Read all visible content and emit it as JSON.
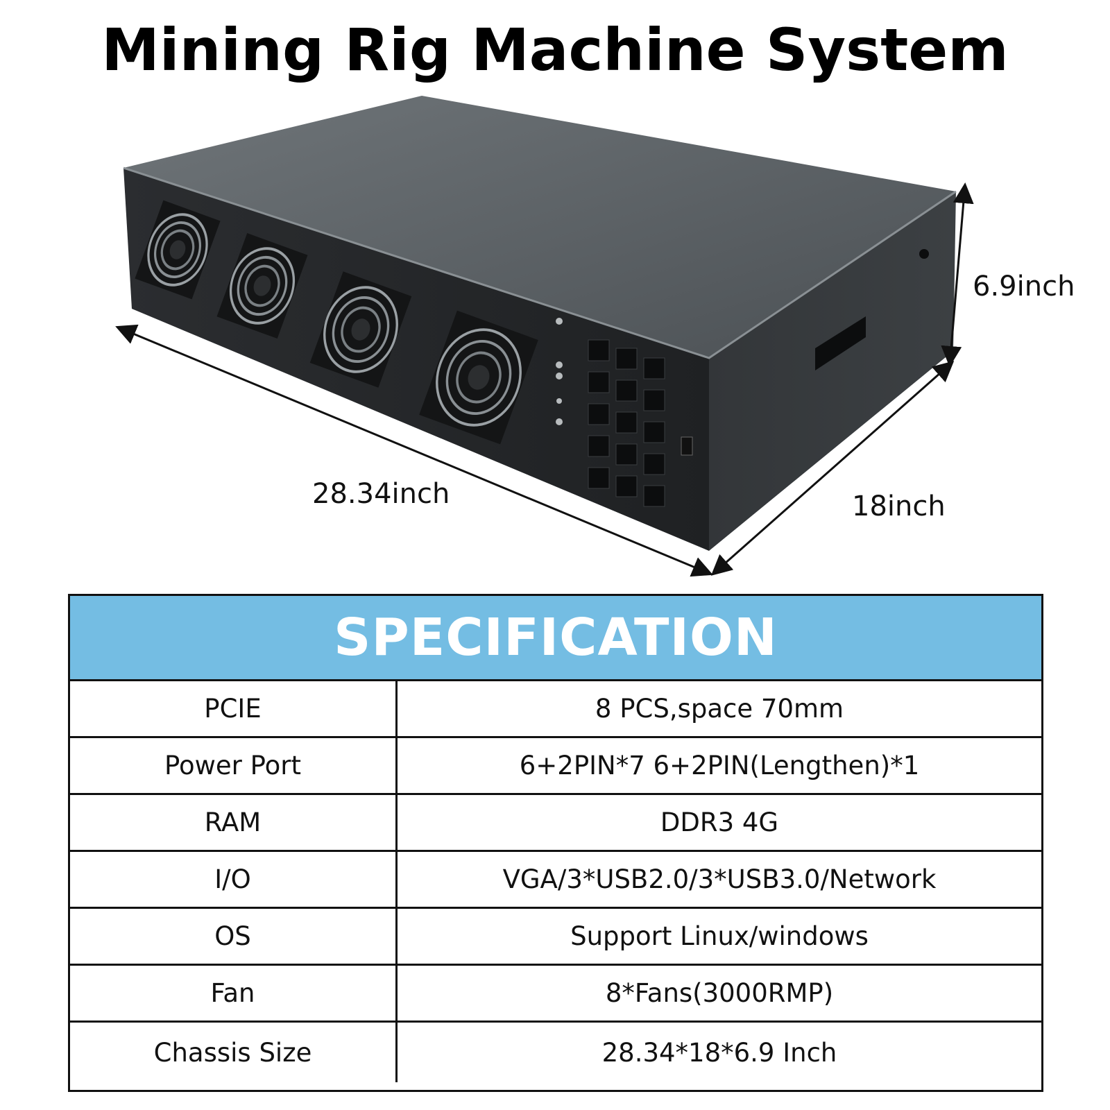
{
  "title": "Mining Rig Machine System",
  "dimensions": {
    "length": "28.34inch",
    "depth": "18inch",
    "height": "6.9inch"
  },
  "spec_table": {
    "header": "SPECIFICATION",
    "rows": [
      {
        "key": "PCIE",
        "value": "8 PCS,space 70mm"
      },
      {
        "key": "Power Port",
        "value": "6+2PIN*7 6+2PIN(Lengthen)*1"
      },
      {
        "key": "RAM",
        "value": "DDR3 4G"
      },
      {
        "key": "I/O",
        "value": "VGA/3*USB2.0/3*USB3.0/Network"
      },
      {
        "key": "OS",
        "value": "Support Linux/windows"
      },
      {
        "key": "Fan",
        "value": "8*Fans(3000RMP)"
      },
      {
        "key": "Chassis Size",
        "value": "28.34*18*6.9 Inch"
      }
    ]
  },
  "colors": {
    "header_bg": "#74bde3",
    "chassis": "#2a2c2e"
  }
}
